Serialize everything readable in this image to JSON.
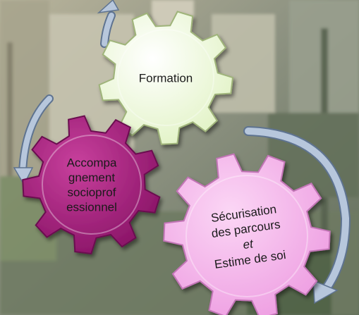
{
  "diagram": {
    "gears": [
      {
        "id": "formation",
        "lines": [
          "Formation"
        ],
        "italic_line": -1
      },
      {
        "id": "accompagnement",
        "lines": [
          "Accompa",
          "gnement",
          "socioprof",
          "essionnel"
        ],
        "italic_line": -1
      },
      {
        "id": "securisation",
        "lines": [
          "Sécurisation",
          "des parcours",
          "et",
          "Estime de soi"
        ],
        "italic_line": 2
      }
    ],
    "colors": {
      "gear_formation": "#eef8d8",
      "gear_accompagnement": "#a8237f",
      "gear_securisation": "#f3b6ea",
      "arrows": "#b7c7dc",
      "arrow_outline": "#5e7390"
    },
    "background": "blurred photo of a building facade with trees",
    "icons": [
      "cycle-arrow-icon"
    ]
  }
}
